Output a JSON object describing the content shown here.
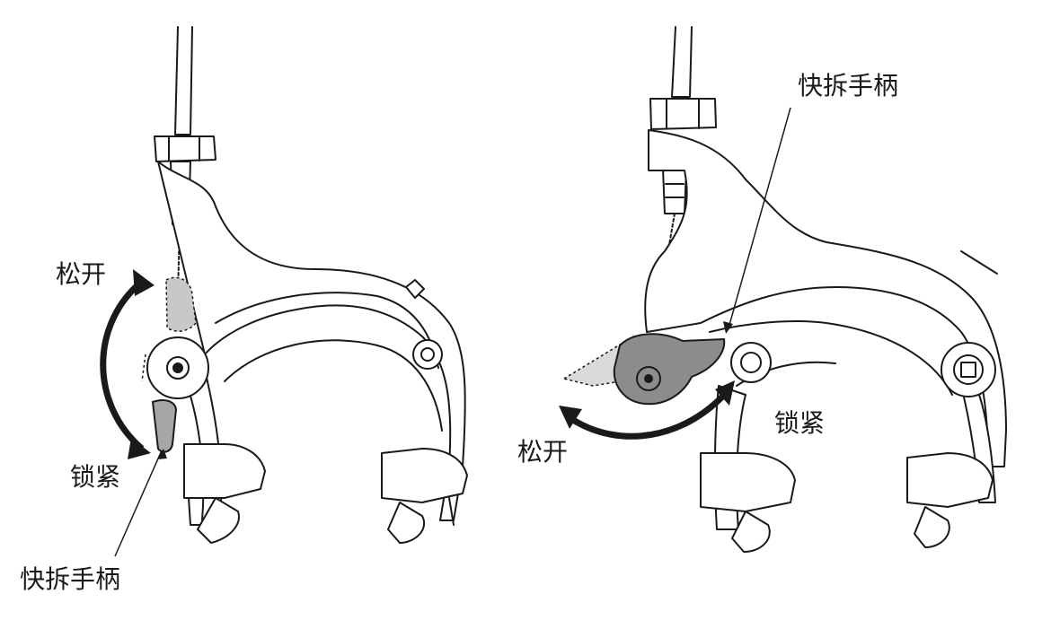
{
  "labels": {
    "left_release": "松开",
    "left_lock": "锁紧",
    "left_lever": "快拆手柄",
    "right_lever": "快拆手柄",
    "right_lock": "锁紧",
    "right_release": "松开"
  },
  "colors": {
    "line": "#1a1a1a",
    "lever_fill_left": "#a6a6a6",
    "lever_fill_right": "#8c8c8c",
    "body_fill": "#ffffff"
  }
}
